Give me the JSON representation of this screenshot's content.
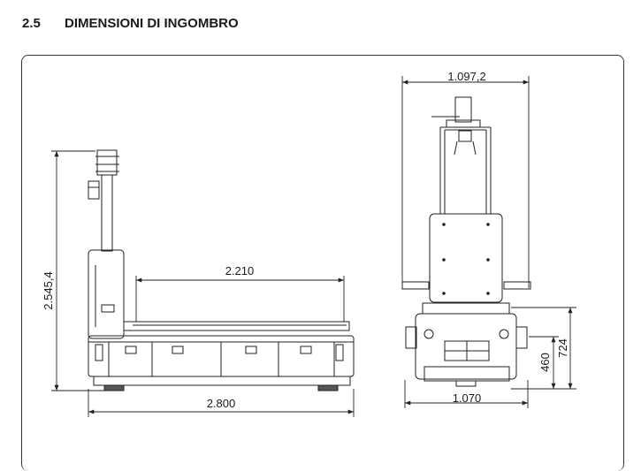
{
  "header": {
    "number": "2.5",
    "title": "DIMENSIONI DI INGOMBRO"
  },
  "dimensions": {
    "side_total_length": "2.800",
    "side_platform_length": "2.210",
    "side_total_height": "2.545,4",
    "front_top_width": "1.097,2",
    "front_base_width": "1.070",
    "front_height_724": "724",
    "front_height_460": "460"
  }
}
